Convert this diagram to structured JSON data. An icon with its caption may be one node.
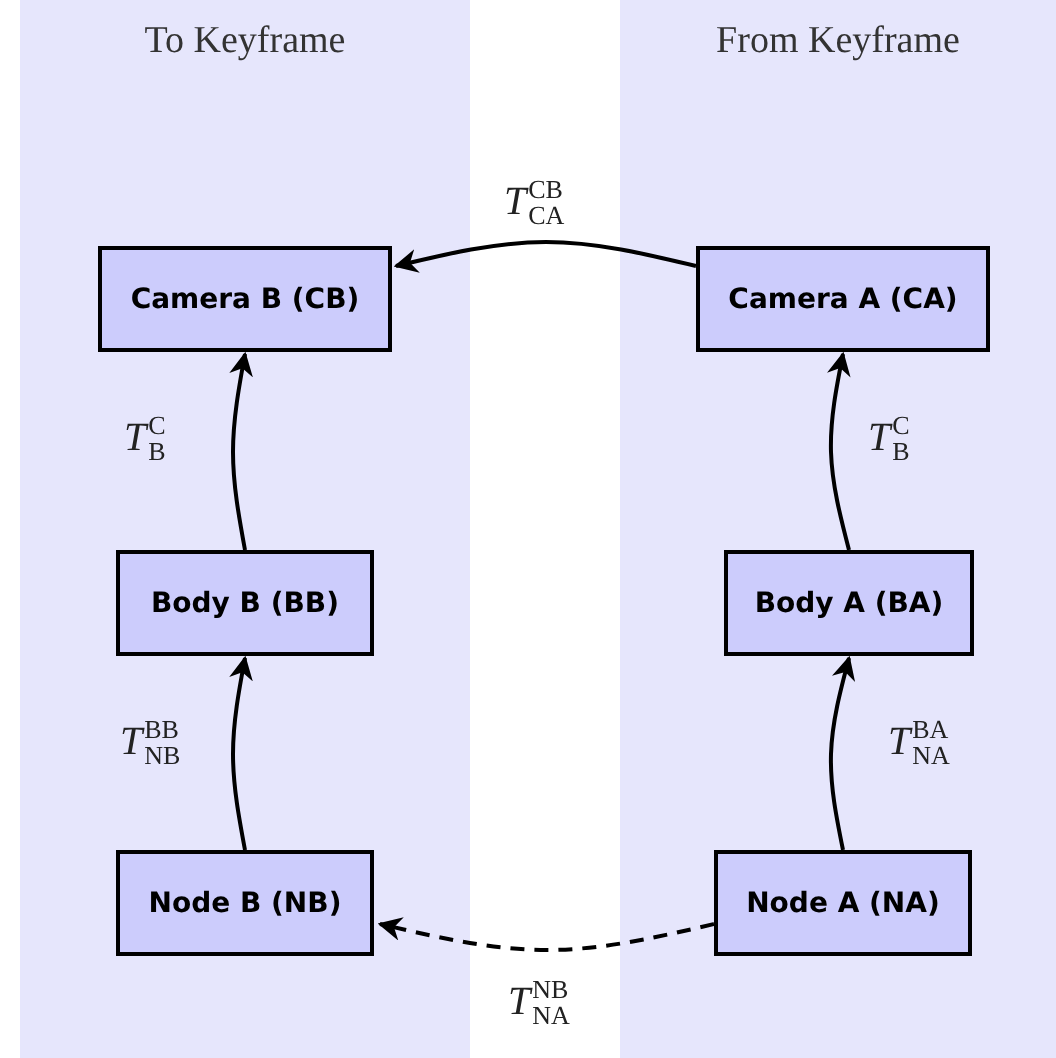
{
  "diagram": {
    "nodes": [
      {
        "text": [
          "To Keyframe"
        ]
      },
      {
        "text": [
          "From Keyframe"
        ]
      },
      {
        "text": [
          "Camera B (CB)"
        ],
        "in": 0
      },
      {
        "text": [
          "Camera A (CA)"
        ],
        "in": 1
      },
      {
        "text": [
          "Body B (BB)"
        ],
        "in": 0
      },
      {
        "text": [
          "Body A (BA)"
        ],
        "in": 1
      },
      {
        "text": [
          "Node B (NB)"
        ],
        "in": 0
      },
      {
        "text": [
          "Node A (NA)"
        ],
        "in": 1
      }
    ],
    "edges": [
      {
        "from": 3,
        "to": 2,
        "arrow": "to",
        "label": "*T*$^{CB}$$_{CA}$"
      },
      {
        "from": 4,
        "to": 2,
        "arrow": "to",
        "label": "*T*$^{C}$$_{B}$"
      },
      {
        "from": 5,
        "to": 3,
        "arrow": "to",
        "label": "*T*$^{C}$$_{B}$"
      },
      {
        "from": 6,
        "to": 4,
        "arrow": "to",
        "label": "*T*$^{BB}$$_{NB}$"
      },
      {
        "from": 7,
        "to": 5,
        "arrow": "to",
        "label": "*T*$^{BA}$$_{NA}$"
      },
      {
        "from": 7,
        "to": 6,
        "arrow": "to",
        "label": "*T*$^{NB}$$_{NA}$",
        "style": "dashed"
      }
    ]
  }
}
